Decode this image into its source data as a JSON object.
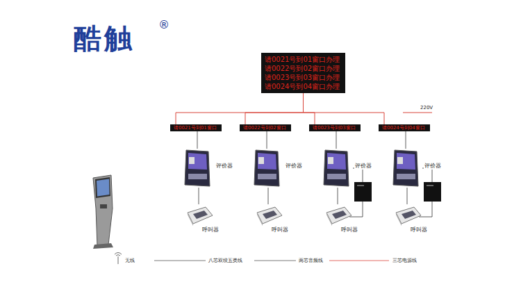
{
  "diagram": {
    "title": "酷触",
    "nodes": [
      {
        "text": [
          "请0021号到01窗口办理",
          "请0022号到02窗口办理",
          "请0023号到03窗口办理",
          "请0024号到04窗口办理"
        ]
      },
      {
        "text": [
          "请0021号到01窗口"
        ]
      },
      {
        "text": [
          "请0022号到02窗口"
        ]
      },
      {
        "text": [
          "请0023号到03窗口"
        ]
      },
      {
        "text": [
          "请0024号到04窗口"
        ]
      },
      {
        "text": [
          "评价器"
        ]
      },
      {
        "text": [
          "评价器"
        ]
      },
      {
        "text": [
          "评价器"
        ]
      },
      {
        "text": [
          "评价器"
        ]
      },
      {
        "text": [
          "呼叫器"
        ]
      },
      {
        "text": [
          "呼叫器"
        ]
      },
      {
        "text": [
          "呼叫器"
        ]
      },
      {
        "text": [
          "呼叫器"
        ]
      }
    ],
    "edges": [
      {
        "from": 0,
        "to": 1,
        "arrow": "none"
      },
      {
        "from": 0,
        "to": 2,
        "arrow": "none"
      },
      {
        "from": 0,
        "to": 3,
        "arrow": "none"
      },
      {
        "from": 0,
        "to": 4,
        "arrow": "none"
      },
      {
        "from": 1,
        "to": 5,
        "arrow": "none"
      },
      {
        "from": 2,
        "to": 6,
        "arrow": "none"
      },
      {
        "from": 3,
        "to": 7,
        "arrow": "none"
      },
      {
        "from": 4,
        "to": 8,
        "arrow": "none"
      },
      {
        "from": 5,
        "to": 9,
        "arrow": "none"
      },
      {
        "from": 6,
        "to": 10,
        "arrow": "none"
      },
      {
        "from": 7,
        "to": 11,
        "arrow": "none"
      },
      {
        "from": 8,
        "to": 12,
        "arrow": "none"
      }
    ],
    "labels": [
      "®",
      "220V"
    ],
    "legend": [
      {
        "text": "无线"
      },
      {
        "text": "八芯双绞五类线"
      },
      {
        "text": "两芯音频线"
      },
      {
        "text": "三芯电源线"
      }
    ]
  }
}
